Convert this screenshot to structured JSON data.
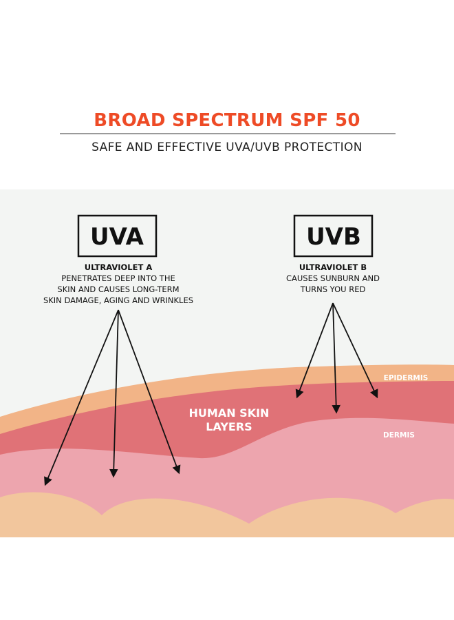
{
  "header": {
    "title": "BROAD SPECTRUM SPF 50",
    "subtitle": "SAFE AND EFFECTIVE UVA/UVB PROTECTION"
  },
  "uva": {
    "label": "UVA",
    "heading": "ULTRAVIOLET A",
    "lines": [
      "PENETRATES DEEP INTO THE",
      "SKIN AND CAUSES LONG-TERM",
      "SKIN DAMAGE, AGING AND WRINKLES"
    ]
  },
  "uvb": {
    "label": "UVB",
    "heading": "ULTRAVIOLET B",
    "lines": [
      "CAUSES SUNBURN AND",
      "TURNS YOU RED"
    ]
  },
  "skin": {
    "title_lines": [
      "HUMAN SKIN",
      "LAYERS"
    ],
    "epidermis_label": "EPIDERMIS",
    "dermis_label": "DERMIS"
  },
  "colors": {
    "title": "#ee4b26",
    "panel_background": "#f3f5f3",
    "epidermis": "#f2b487",
    "dermis_upper": "#e07277",
    "dermis_lower": "#eda5ae",
    "subcutaneous": "#f2c69d",
    "arrow": "#111111"
  }
}
